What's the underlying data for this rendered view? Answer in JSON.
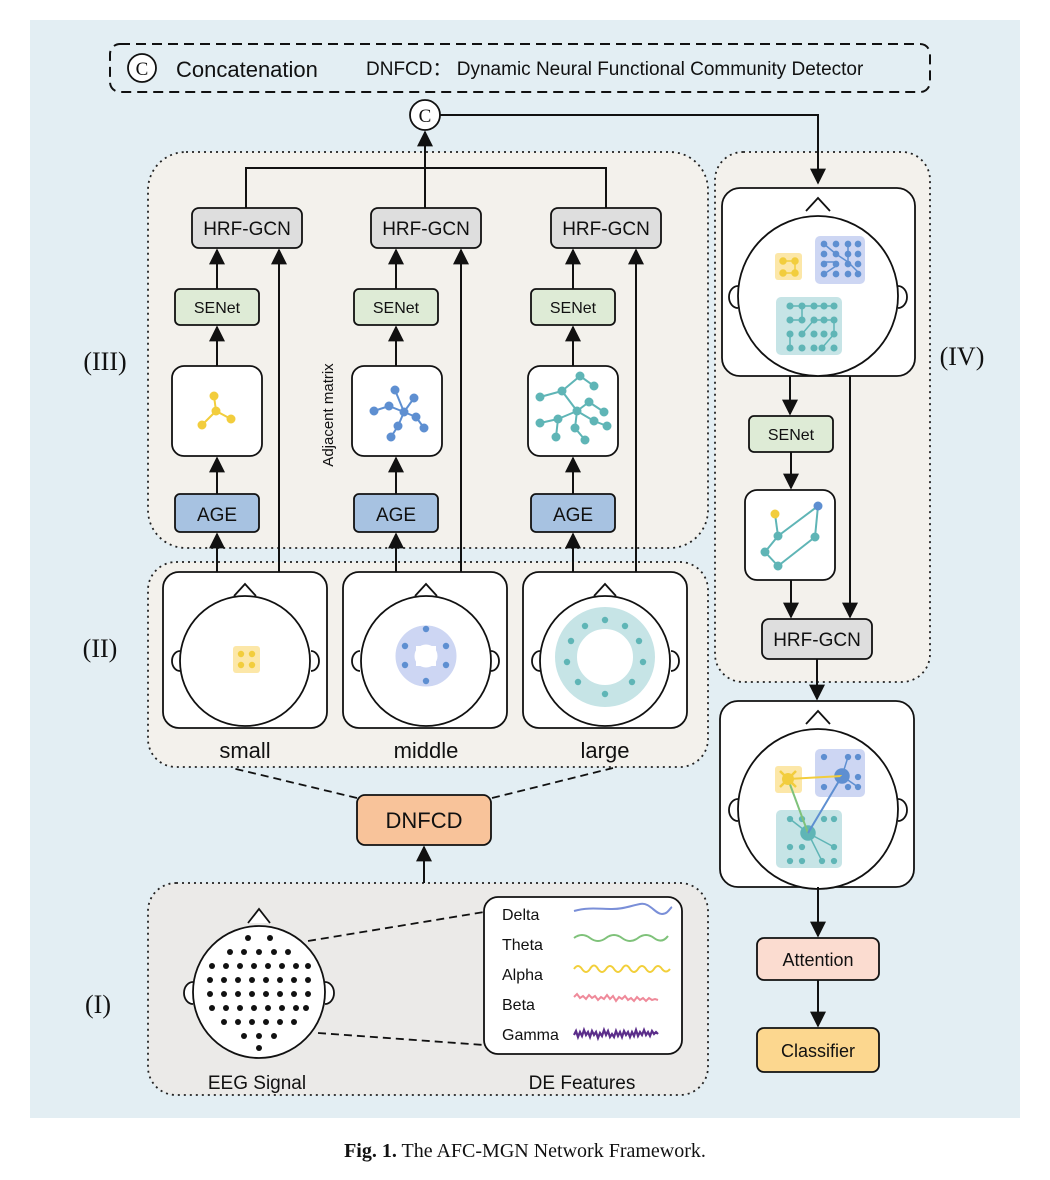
{
  "legend": {
    "concat_symbol": "C",
    "concat_label": "Concatenation",
    "dnfcd_def": "DNFCD： Dynamic Neural Functional Community Detector"
  },
  "concat_node": "C",
  "sections": {
    "s1": "(I)",
    "s2": "(II)",
    "s3": "(III)",
    "s4": "(IV)"
  },
  "branch": {
    "hrf": "HRF-GCN",
    "senet": "SENet",
    "age": "AGE",
    "adjacent": "Adjacent matrix"
  },
  "scales": [
    "small",
    "middle",
    "large"
  ],
  "dnfcd": "DNFCD",
  "section1": {
    "eeg_label": "EEG Signal",
    "de_label": "DE Features",
    "bands": [
      "Delta",
      "Theta",
      "Alpha",
      "Beta",
      "Gamma"
    ],
    "band_colors": [
      "#7a8fd8",
      "#7fc27a",
      "#f2cf3a",
      "#ef8a9a",
      "#5b2d8a"
    ]
  },
  "section4": {
    "senet": "SENet",
    "hrf": "HRF-GCN"
  },
  "attention": "Attention",
  "classifier": "Classifier",
  "caption": {
    "label": "Fig. 1.",
    "text": "The AFC-MGN Network Framework."
  },
  "colors": {
    "panel_bg": "#e3eef3",
    "section_bg": "#f3f1ec",
    "hrf_fill": "#dedede",
    "senet_fill": "#deebd6",
    "age_fill": "#a7c2e1",
    "dnfcd_fill": "#f8c39a",
    "attention_fill": "#fbdcd0",
    "classifier_fill": "#fcd78f",
    "yellow": "#f2cd3d",
    "blue": "#5e8fd1",
    "teal": "#5fb5b6"
  }
}
